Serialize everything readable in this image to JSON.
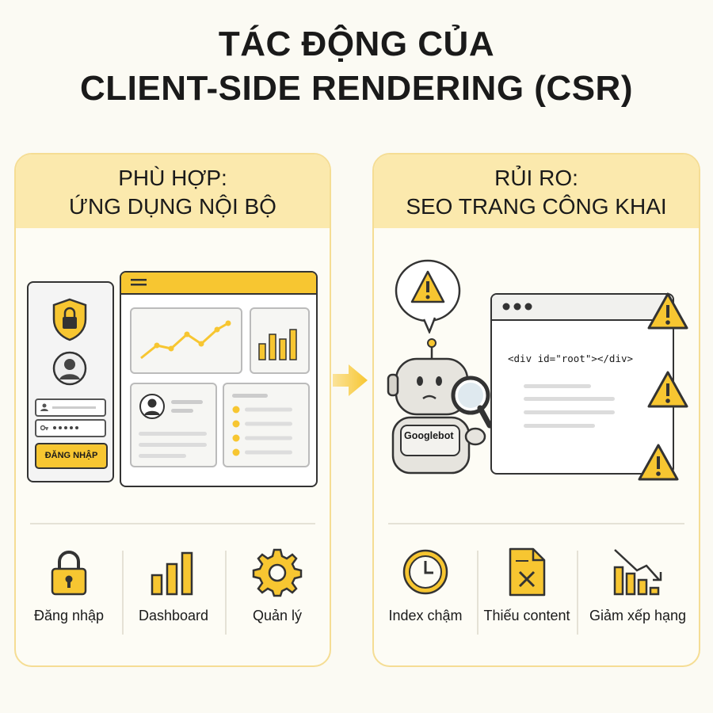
{
  "title": {
    "line1": "TÁC ĐỘNG CỦA",
    "line2": "CLIENT-SIDE RENDERING (CSR)"
  },
  "left_panel": {
    "heading_line1": "PHÙ HỢP:",
    "heading_line2": "ỨNG DỤNG NỘI BỘ",
    "login_button": "ĐĂNG NHẬP",
    "features": [
      {
        "label": "Đăng nhập",
        "icon": "lock-icon"
      },
      {
        "label": "Dashboard",
        "icon": "bar-chart-icon"
      },
      {
        "label": "Quản lý",
        "icon": "gear-icon"
      }
    ]
  },
  "right_panel": {
    "heading_line1": "RỦI RO:",
    "heading_line2": "SEO TRANG CÔNG KHAI",
    "robot_label": "Googlebot",
    "code_snippet": "<div id=\"root\"></div>",
    "features": [
      {
        "label": "Index chậm",
        "icon": "clock-icon"
      },
      {
        "label": "Thiếu content",
        "icon": "document-x-icon"
      },
      {
        "label": "Giảm xếp hạng",
        "icon": "ranking-down-icon"
      }
    ]
  },
  "colors": {
    "accent": "#f7c631",
    "panel_header": "#fbe9ad",
    "panel_border": "#f5dd94",
    "ink": "#1a1a1a"
  }
}
